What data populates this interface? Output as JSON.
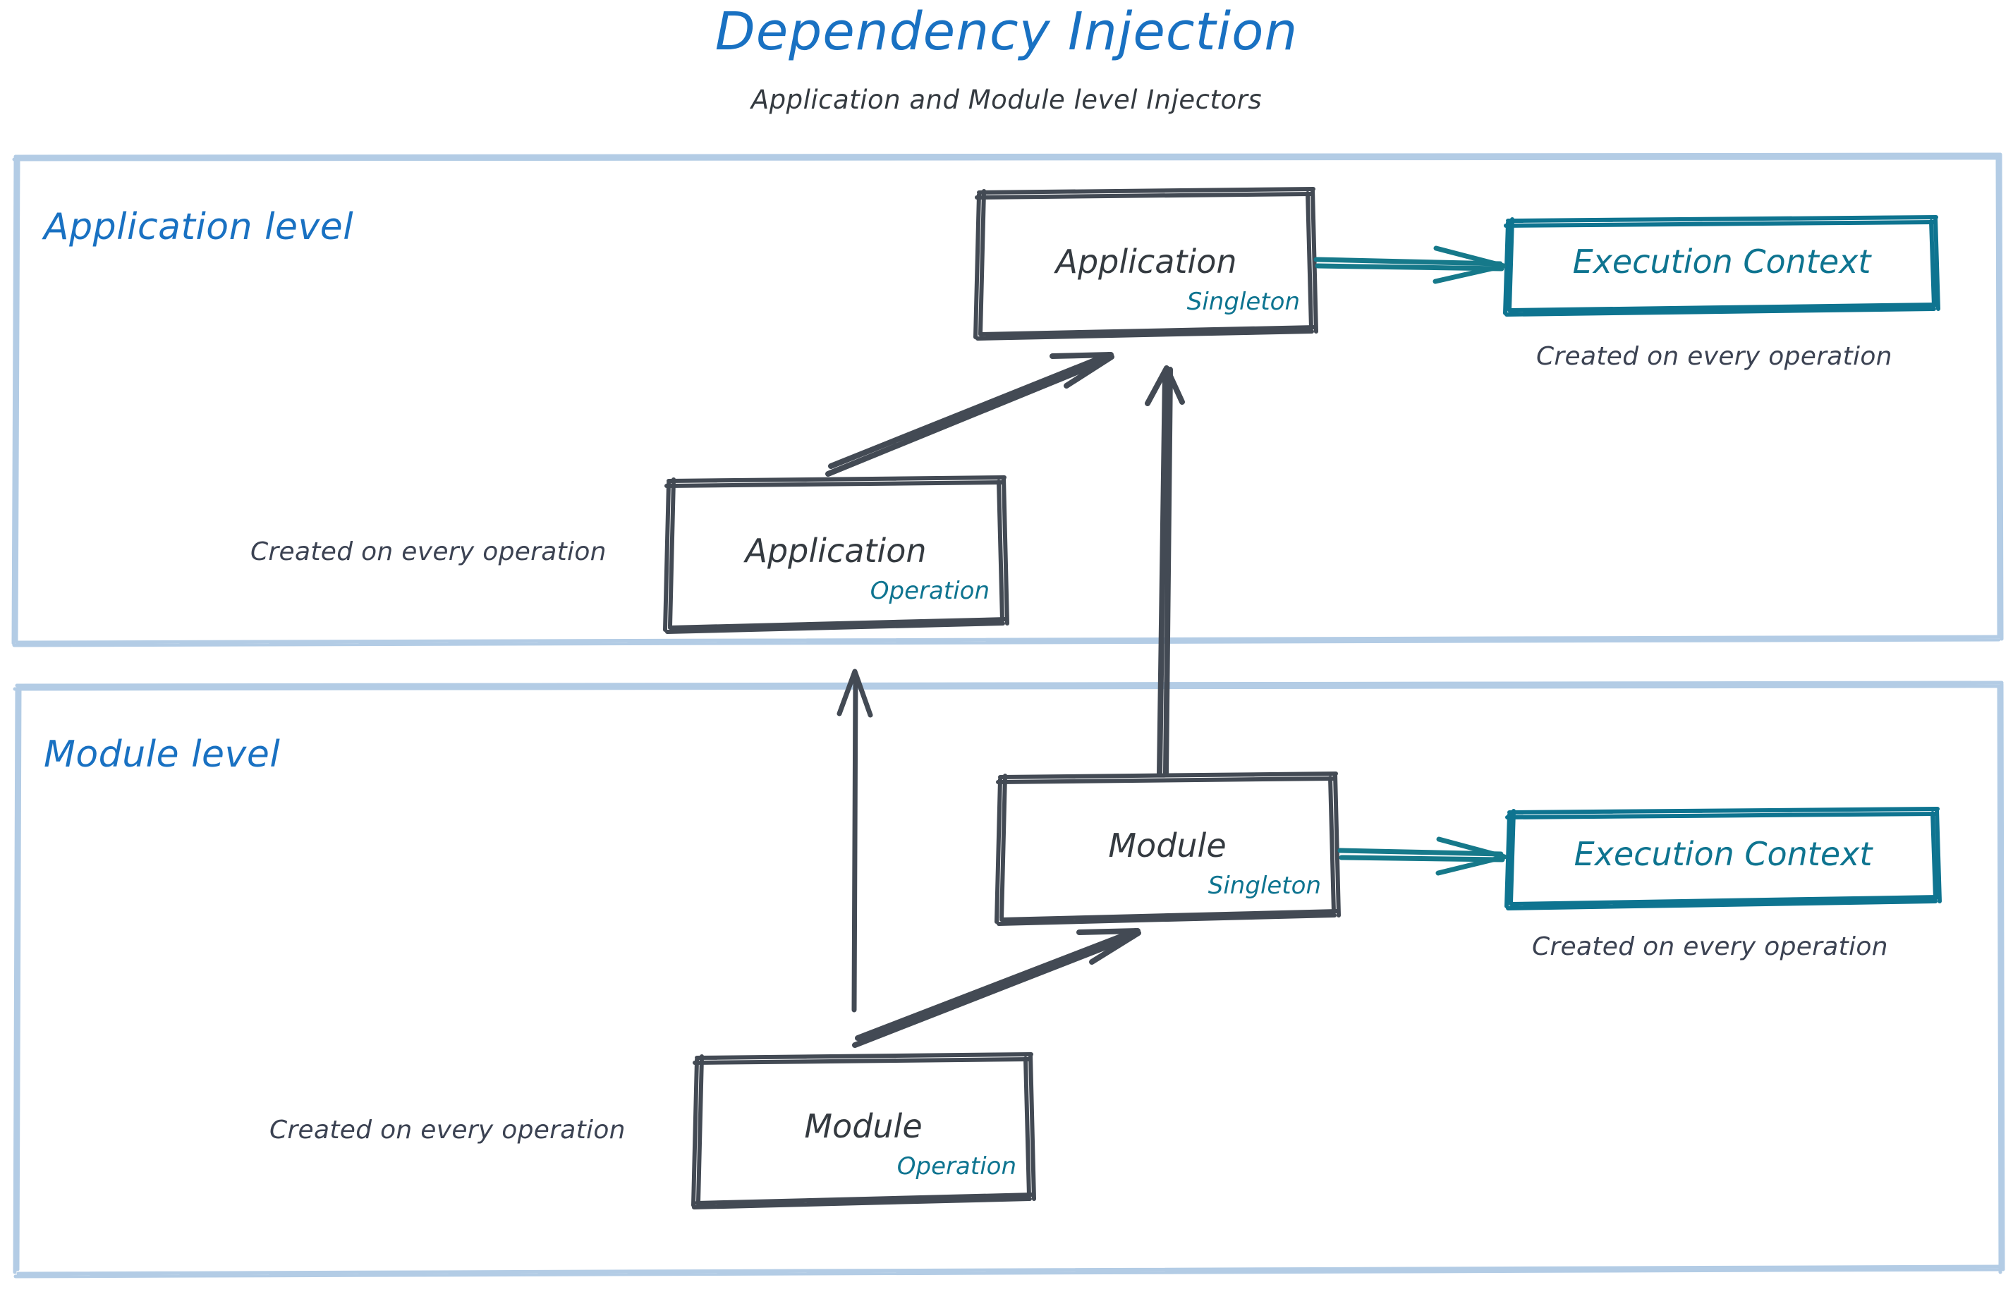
{
  "header": {
    "title": "Dependency Injection",
    "subtitle": "Application and Module level Injectors"
  },
  "colors": {
    "title_blue": "#1971c2",
    "group_label_blue": "#1971c2",
    "group_border_blue": "#b3cce5",
    "node_stroke_gray": "#434a54",
    "node_text_gray": "#343a40",
    "accent_teal": "#0e7490",
    "caption_gray": "#3b4252",
    "background": "#ffffff"
  },
  "groups": [
    {
      "id": "application-level",
      "label": "Application level"
    },
    {
      "id": "module-level",
      "label": "Module level"
    }
  ],
  "nodes": [
    {
      "id": "application-singleton",
      "label": "Application",
      "scope": "Singleton",
      "style": "gray-box"
    },
    {
      "id": "application-execution-context",
      "label": "Execution Context",
      "scope": "",
      "style": "teal-box"
    },
    {
      "id": "application-operation",
      "label": "Application",
      "scope": "Operation",
      "style": "gray-box"
    },
    {
      "id": "module-singleton",
      "label": "Module",
      "scope": "Singleton",
      "style": "gray-box"
    },
    {
      "id": "module-execution-context",
      "label": "Execution Context",
      "scope": "",
      "style": "teal-box"
    },
    {
      "id": "module-operation",
      "label": "Module",
      "scope": "Operation",
      "style": "gray-box"
    }
  ],
  "captions": [
    {
      "id": "caption-app-ctx",
      "text": "Created on every operation"
    },
    {
      "id": "caption-app-operation",
      "text": "Created on every operation"
    },
    {
      "id": "caption-module-ctx",
      "text": "Created on every operation"
    },
    {
      "id": "caption-module-operation",
      "text": "Created on every operation"
    }
  ],
  "edges": [
    {
      "id": "edge-app-singleton-to-app-context",
      "from": "application-singleton",
      "to": "application-execution-context",
      "color": "teal",
      "style": "double-line-arrow"
    },
    {
      "id": "edge-app-operation-to-app-singleton",
      "from": "application-operation",
      "to": "application-singleton",
      "color": "gray",
      "style": "double-line-arrow"
    },
    {
      "id": "edge-module-singleton-to-app-singleton",
      "from": "module-singleton",
      "to": "application-singleton",
      "color": "gray",
      "style": "double-line-arrow"
    },
    {
      "id": "edge-module-singleton-to-module-context",
      "from": "module-singleton",
      "to": "module-execution-context",
      "color": "teal",
      "style": "double-line-arrow"
    },
    {
      "id": "edge-module-operation-to-module-singleton",
      "from": "module-operation",
      "to": "module-singleton",
      "color": "gray",
      "style": "double-line-arrow"
    },
    {
      "id": "edge-module-operation-to-application-level",
      "from": "module-operation",
      "to": "application-level",
      "color": "gray",
      "style": "single-line-arrow"
    }
  ]
}
